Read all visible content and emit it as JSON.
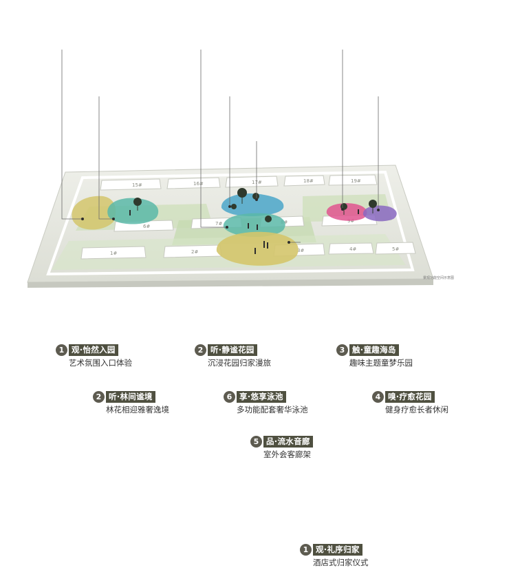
{
  "callouts": [
    {
      "num": "1",
      "title": "观·怡然入园",
      "desc": "艺术氛围入口体验"
    },
    {
      "num": "2",
      "title": "听·林间谧境",
      "desc": "林花相迎雅奢逸境"
    },
    {
      "num": "2",
      "title": "听·静谧花园",
      "desc": "沉浸花园归家漫旅"
    },
    {
      "num": "6",
      "title": "享·悠享泳池",
      "desc": "多功能配套奢华泳池"
    },
    {
      "num": "5",
      "title": "品·流水音廊",
      "desc": "室外会客廊架"
    },
    {
      "num": "3",
      "title": "触·童趣海岛",
      "desc": "趣味主题童梦乐园"
    },
    {
      "num": "4",
      "title": "嗅·疗愈花园",
      "desc": "健身疗愈长者休闲"
    },
    {
      "num": "1",
      "title": "观·礼序归家",
      "desc": "酒店式归家仪式"
    }
  ],
  "buildings": [
    "15#",
    "16#",
    "17#",
    "18#",
    "19#",
    "6#",
    "7#",
    "8#",
    "9#",
    "1#",
    "2#",
    "3#",
    "4#",
    "5#"
  ],
  "caption": "景观功能空间示意图",
  "colors": {
    "badge": "#5d5b50",
    "tag": "#4f5040",
    "yellow": "#d4c56c",
    "teal": "#5bb8a8",
    "blue": "#4aa6c9",
    "pink": "#e0558f",
    "purple": "#8a68c2",
    "lawn": "#bfd6a8"
  }
}
